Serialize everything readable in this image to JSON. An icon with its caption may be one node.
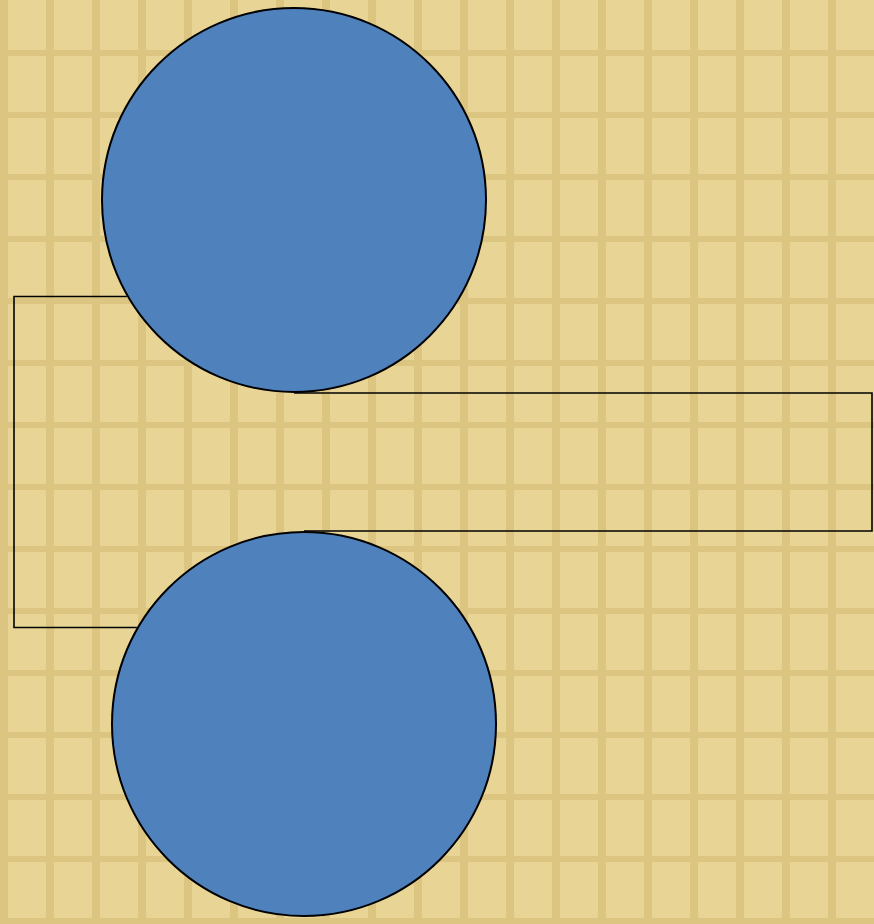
{
  "diagram": {
    "nodes": [
      {
        "text": [],
        "shape": "circle"
      },
      {
        "text": [],
        "shape": "circle"
      }
    ],
    "edges": [
      {
        "from": 0,
        "to": 1,
        "arrow": "none"
      },
      {
        "from": 0,
        "to": 1,
        "arrow": "none"
      }
    ]
  }
}
